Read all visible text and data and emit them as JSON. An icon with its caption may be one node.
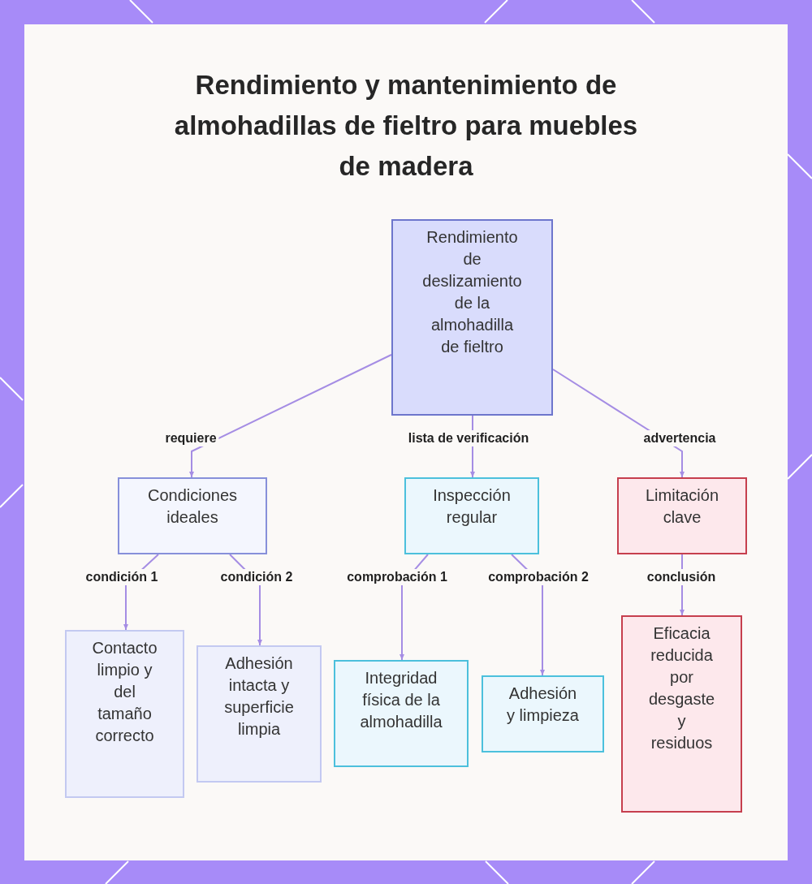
{
  "diagram": {
    "title": "Rendimiento y mantenimiento de almohadillas de fieltro para muebles de madera",
    "nodes": [
      {
        "text": [
          "Rendimiento de deslizamiento de la almohadilla de fieltro"
        ]
      },
      {
        "text": [
          "Condiciones ideales"
        ]
      },
      {
        "text": [
          "Inspección regular"
        ]
      },
      {
        "text": [
          "Limitación clave"
        ]
      },
      {
        "text": [
          "Contacto limpio y del tamaño correcto"
        ]
      },
      {
        "text": [
          "Adhesión intacta y superficie limpia"
        ]
      },
      {
        "text": [
          "Integridad física de la almohadilla"
        ]
      },
      {
        "text": [
          "Adhesión y limpieza"
        ]
      },
      {
        "text": [
          "Eficacia reducida por desgaste y residuos"
        ]
      }
    ],
    "edges": [
      {
        "from": 0,
        "to": 1,
        "arrow": "to",
        "label": "requiere"
      },
      {
        "from": 0,
        "to": 2,
        "arrow": "to",
        "label": "lista de verificación"
      },
      {
        "from": 0,
        "to": 3,
        "arrow": "to",
        "label": "advertencia"
      },
      {
        "from": 1,
        "to": 4,
        "arrow": "to",
        "label": "condición 1"
      },
      {
        "from": 1,
        "to": 5,
        "arrow": "to",
        "label": "condición 2"
      },
      {
        "from": 2,
        "to": 6,
        "arrow": "to",
        "label": "comprobación 1"
      },
      {
        "from": 2,
        "to": 7,
        "arrow": "to",
        "label": "comprobación 2"
      },
      {
        "from": 3,
        "to": 8,
        "arrow": "to",
        "label": "conclusión"
      }
    ]
  }
}
